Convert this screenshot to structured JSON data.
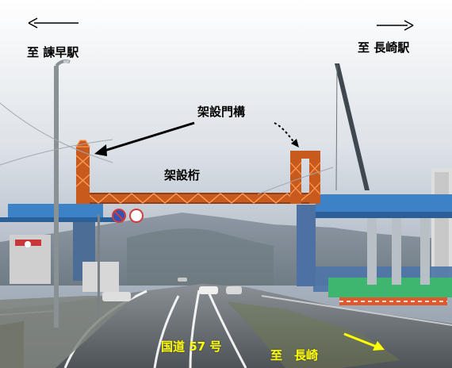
{
  "labels": {
    "left_station": "至 諫早駅",
    "right_station": "至 長崎駅",
    "gantry": "架設門構",
    "girder": "架設桁",
    "route": "国道 57 号",
    "direction": "至　長崎"
  },
  "colors": {
    "label_dark": "#000000",
    "label_yellow": "#ffff00",
    "girder_orange": "#c85a1d",
    "viaduct_blue": "#3d82c7",
    "green_barrier": "#3fb66f",
    "orange_barrier": "#e1582c"
  },
  "icons": {
    "left_arrow": "left-arrow-icon",
    "right_arrow": "right-arrow-icon",
    "gantry_arrow": "gantry-arrow-icon",
    "gantry_dashed_arrow": "gantry-dashed-arrow-icon",
    "direction_arrow": "direction-arrow-icon"
  }
}
